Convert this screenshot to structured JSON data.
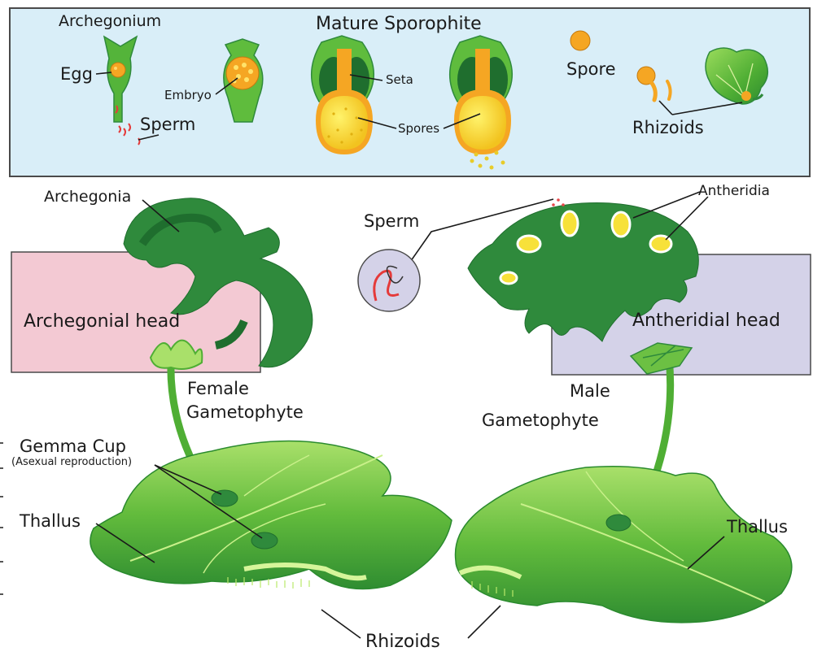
{
  "top_panel": {
    "archegonium": "Archegonium",
    "egg": "Egg",
    "embryo": "Embryo",
    "sperm": "Sperm",
    "mature_sporophite": "Mature Sporophite",
    "seta": "Seta",
    "spores": "Spores",
    "spore": "Spore",
    "rhizoids": "Rhizoids"
  },
  "female": {
    "archegonia": "Archegonia",
    "archegonial_head": "Archegonial head",
    "gametophyte_line1": "Female",
    "gametophyte_line2": "Gametophyte",
    "gemma_cup": "Gemma Cup",
    "gemma_cup_note": "(Asexual reproduction)",
    "thallus": "Thallus"
  },
  "male": {
    "sperm": "Sperm",
    "antheridia": "Antheridia",
    "antheridial_head": "Antheridial head",
    "gametophyte_line1": "Male",
    "gametophyte_line2": "Gametophyte",
    "thallus": "Thallus"
  },
  "bottom": {
    "rhizoids": "Rhizoids"
  },
  "colors": {
    "top_panel_bg": "#d9eef8",
    "archegonial_box": "#f3c9d3",
    "antheridial_box": "#d4d2e8",
    "dark_green": "#2f8a3c",
    "leaf_green": "#6cc043",
    "light_leaf": "#a6e065",
    "orange": "#f5a623",
    "yellow": "#f7e13a"
  }
}
